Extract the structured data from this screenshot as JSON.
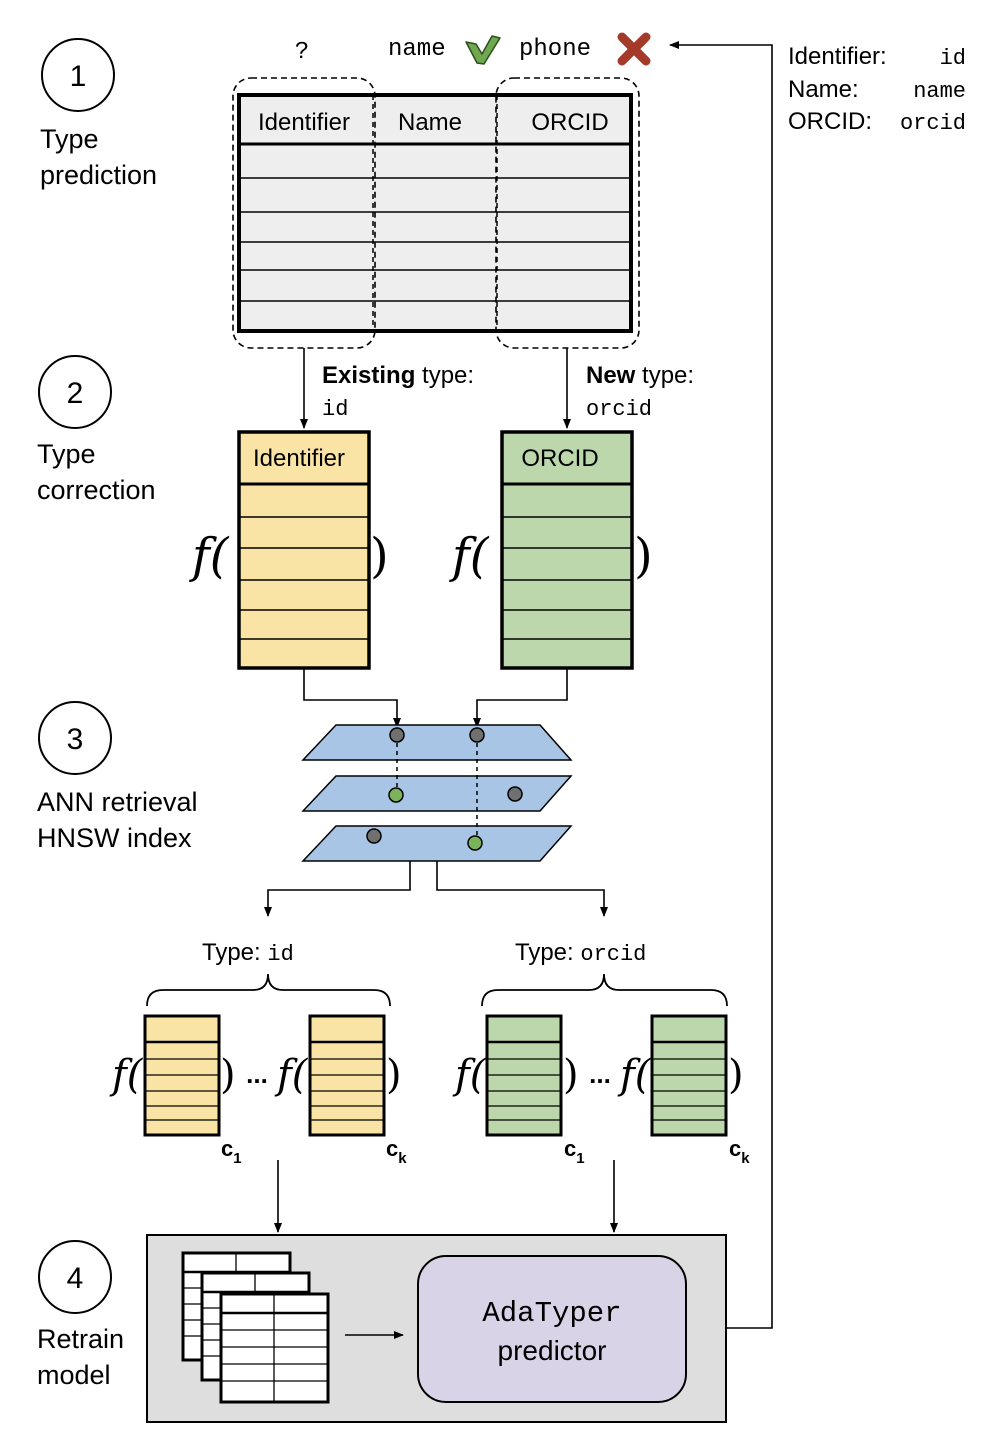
{
  "steps": [
    {
      "number": "1",
      "label_lines": [
        "Type",
        "prediction"
      ]
    },
    {
      "number": "2",
      "label_lines": [
        "Type",
        "correction"
      ]
    },
    {
      "number": "3",
      "label_lines": [
        "ANN retrieval",
        "HNSW index"
      ]
    },
    {
      "number": "4",
      "label_lines": [
        "Retrain",
        "model"
      ]
    }
  ],
  "prediction": {
    "unknown": "?",
    "correct_type": "name",
    "wrong_type": "phone"
  },
  "table": {
    "headers": [
      "Identifier",
      "Name",
      "ORCID"
    ]
  },
  "legend": [
    {
      "label": "Identifier:",
      "value": "id"
    },
    {
      "label": "Name:",
      "value": "name"
    },
    {
      "label": "ORCID:",
      "value": "orcid"
    }
  ],
  "correction": {
    "existing_bold": "Existing",
    "new_bold": "New",
    "type_word": " type:",
    "existing_value": "id",
    "new_value": "orcid",
    "existing_column": "Identifier",
    "new_column": "ORCID",
    "func": "f(",
    "close": ")"
  },
  "retrieval": {
    "type_prefix": "Type:",
    "left_type": "id",
    "right_type": "orcid",
    "ellipsis": "...",
    "c_first": "c",
    "c_first_sub": "1",
    "c_last": "c",
    "c_last_sub": "k"
  },
  "model": {
    "name": "AdaTyper",
    "subtitle": "predictor"
  },
  "colors": {
    "yellow": "#f9e4a5",
    "green": "#bcd7ab",
    "blue": "#a9c5e6",
    "purple": "#d9d3e7",
    "gray_box": "#dedede",
    "table_fill": "#eeeeee",
    "check": "#6fa84f",
    "cross": "#a33a2a",
    "node_gray": "#707070",
    "node_green": "#7bb35d"
  }
}
